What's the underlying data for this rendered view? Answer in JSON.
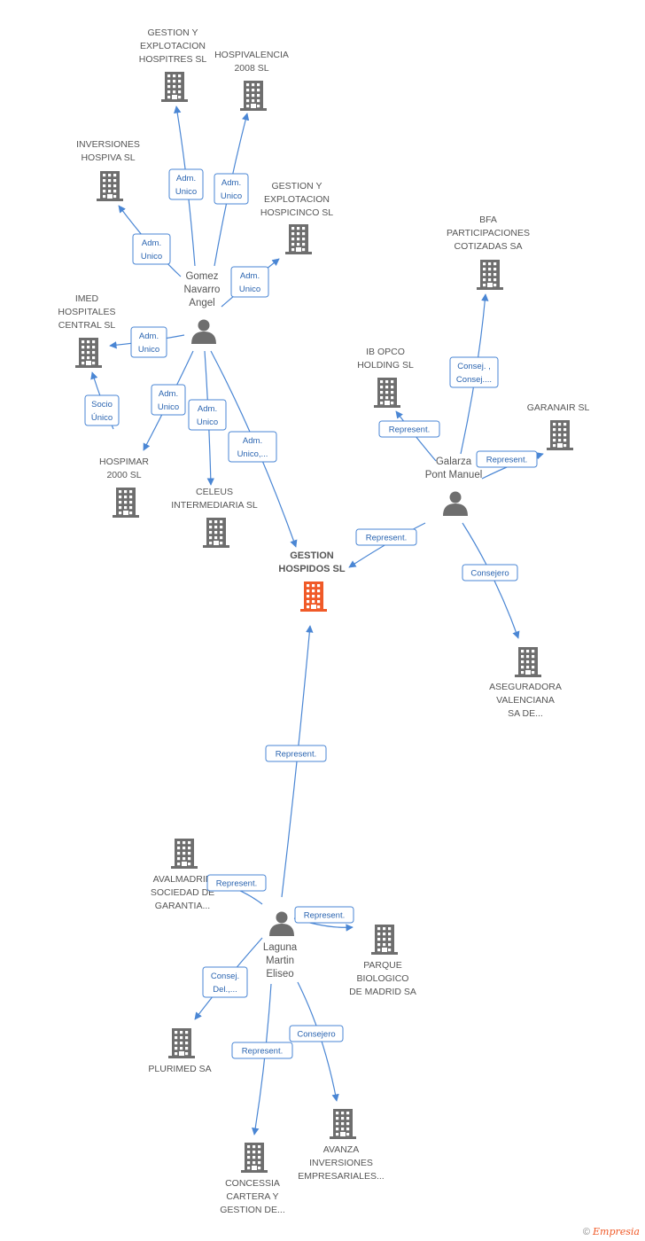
{
  "colors": {
    "edge": "#4a86d4",
    "node": "#6e6e6e",
    "focus": "#f05a28",
    "label": "#555555",
    "edge_text": "#2a64b0"
  },
  "nodes": [
    {
      "id": "gestion_hospidos",
      "type": "company",
      "focus": true,
      "lines": [
        "GESTION",
        "HOSPIDOS SL"
      ]
    },
    {
      "id": "gomez",
      "type": "person",
      "lines": [
        "Gomez",
        "Navarro",
        "Angel"
      ]
    },
    {
      "id": "galarza",
      "type": "person",
      "lines": [
        "Galarza",
        "Pont Manuel"
      ]
    },
    {
      "id": "laguna",
      "type": "person",
      "lines": [
        "Laguna",
        "Martin",
        "Eliseo"
      ]
    },
    {
      "id": "hospitres",
      "type": "company",
      "lines": [
        "GESTION Y",
        "EXPLOTACION",
        "HOSPITRES  SL"
      ]
    },
    {
      "id": "hospivalencia",
      "type": "company",
      "lines": [
        "HOSPIVALENCIA",
        "2008  SL"
      ]
    },
    {
      "id": "inversiones_hospiva",
      "type": "company",
      "lines": [
        "INVERSIONES",
        "HOSPIVA SL"
      ]
    },
    {
      "id": "hospicinco",
      "type": "company",
      "lines": [
        "GESTION Y",
        "EXPLOTACION",
        "HOSPICINCO  SL"
      ]
    },
    {
      "id": "imed",
      "type": "company",
      "lines": [
        "IMED",
        "HOSPITALES",
        "CENTRAL  SL"
      ]
    },
    {
      "id": "hospimar",
      "type": "company",
      "lines": [
        "HOSPIMAR",
        "2000 SL"
      ]
    },
    {
      "id": "celeus",
      "type": "company",
      "lines": [
        "CELEUS",
        "INTERMEDIARIA SL"
      ]
    },
    {
      "id": "bfa",
      "type": "company",
      "lines": [
        "BFA",
        "PARTICIPACIONES",
        "COTIZADAS SA"
      ]
    },
    {
      "id": "ibopco",
      "type": "company",
      "lines": [
        "IB OPCO",
        "HOLDING SL"
      ]
    },
    {
      "id": "garanair",
      "type": "company",
      "lines": [
        "GARANAIR SL"
      ]
    },
    {
      "id": "aseguradora",
      "type": "company",
      "lines": [
        "ASEGURADORA",
        "VALENCIANA",
        "SA DE..."
      ]
    },
    {
      "id": "avalmadrid",
      "type": "company",
      "lines": [
        "AVALMADRID",
        "SOCIEDAD DE",
        "GARANTIA..."
      ]
    },
    {
      "id": "parque",
      "type": "company",
      "lines": [
        "PARQUE",
        "BIOLOGICO",
        "DE MADRID SA"
      ]
    },
    {
      "id": "plurimed",
      "type": "company",
      "lines": [
        "PLURIMED SA"
      ]
    },
    {
      "id": "concessia",
      "type": "company",
      "lines": [
        "CONCESSIA",
        "CARTERA Y",
        "GESTION DE..."
      ]
    },
    {
      "id": "avanza",
      "type": "company",
      "lines": [
        "AVANZA",
        "INVERSIONES",
        "EMPRESARIALES..."
      ]
    }
  ],
  "edges": [
    {
      "from": "gomez",
      "to": "hospitres",
      "lines": [
        "Adm.",
        "Unico"
      ]
    },
    {
      "from": "gomez",
      "to": "hospivalencia",
      "lines": [
        "Adm.",
        "Unico"
      ]
    },
    {
      "from": "gomez",
      "to": "inversiones_hospiva",
      "lines": [
        "Adm.",
        "Unico"
      ]
    },
    {
      "from": "gomez",
      "to": "hospicinco",
      "lines": [
        "Adm.",
        "Unico"
      ]
    },
    {
      "from": "gomez",
      "to": "imed",
      "lines": [
        "Adm.",
        "Unico"
      ]
    },
    {
      "from": "hospimar",
      "to": "imed",
      "lines": [
        "Socio",
        "Único"
      ]
    },
    {
      "from": "gomez",
      "to": "hospimar",
      "lines": [
        "Adm.",
        "Unico"
      ]
    },
    {
      "from": "gomez",
      "to": "celeus",
      "lines": [
        "Adm.",
        "Unico"
      ]
    },
    {
      "from": "gomez",
      "to": "gestion_hospidos",
      "lines": [
        "Adm.",
        "Unico,..."
      ]
    },
    {
      "from": "galarza",
      "to": "bfa",
      "lines": [
        "Consej. ,",
        "Consej...."
      ]
    },
    {
      "from": "galarza",
      "to": "ibopco",
      "lines": [
        "Represent."
      ]
    },
    {
      "from": "galarza",
      "to": "garanair",
      "lines": [
        "Represent."
      ]
    },
    {
      "from": "galarza",
      "to": "gestion_hospidos",
      "lines": [
        "Represent."
      ]
    },
    {
      "from": "galarza",
      "to": "aseguradora",
      "lines": [
        "Consejero"
      ]
    },
    {
      "from": "laguna",
      "to": "gestion_hospidos",
      "lines": [
        "Represent."
      ]
    },
    {
      "from": "laguna",
      "to": "avalmadrid",
      "lines": [
        "Represent."
      ]
    },
    {
      "from": "laguna",
      "to": "parque",
      "lines": [
        "Represent."
      ]
    },
    {
      "from": "laguna",
      "to": "plurimed",
      "lines": [
        "Consej.",
        "Del.,..."
      ]
    },
    {
      "from": "laguna",
      "to": "concessia",
      "lines": [
        "Represent."
      ]
    },
    {
      "from": "laguna",
      "to": "avanza",
      "lines": [
        "Consejero"
      ]
    }
  ],
  "footer": {
    "copyright": "©",
    "brand": "Empresia"
  }
}
